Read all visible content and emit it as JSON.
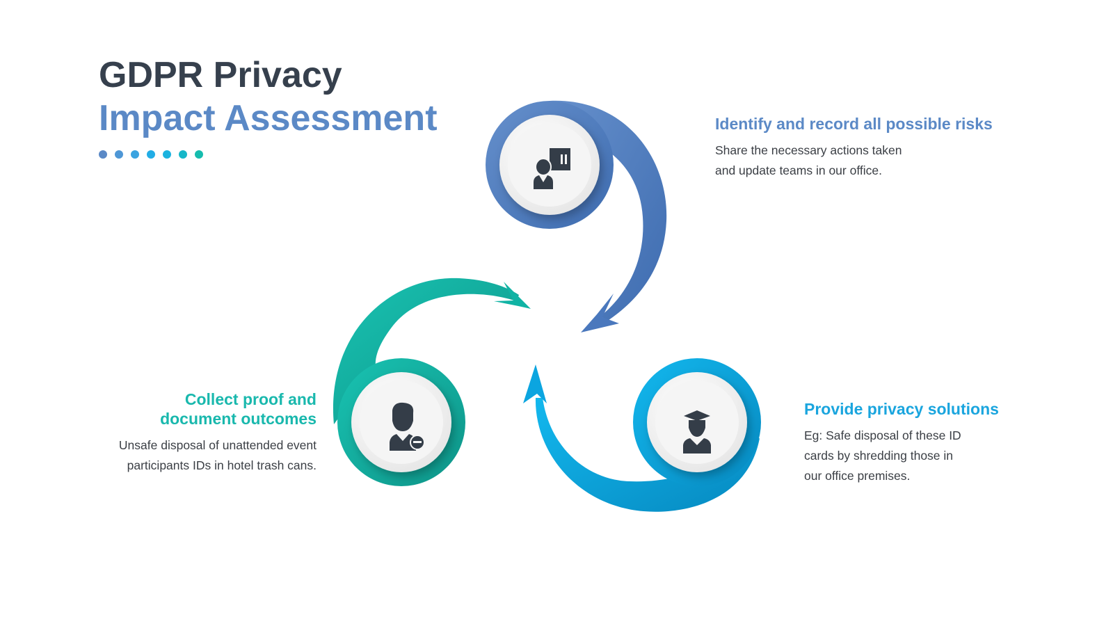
{
  "title": {
    "line1": "GDPR Privacy",
    "line2": "Impact Assessment"
  },
  "dot_colors": [
    "#5b89c6",
    "#4e97d6",
    "#3aa3e0",
    "#22ade6",
    "#1cb3df",
    "#17b7c8",
    "#16bcae"
  ],
  "steps": [
    {
      "heading": "Identify and record all possible risks",
      "lines": [
        "Share the necessary actions taken",
        "and update teams in our office."
      ],
      "color": "#4a78bd",
      "icon": "presenter-chart-icon"
    },
    {
      "heading_lines": [
        "Collect proof and",
        "document outcomes"
      ],
      "lines": [
        "Unsafe disposal of unattended event",
        "participants IDs in hotel trash cans."
      ],
      "color": "#10b3a4",
      "icon": "user-minus-icon"
    },
    {
      "heading": "Provide privacy solutions",
      "lines": [
        "Eg: Safe disposal of these ID",
        "cards by shredding those in",
        "our office premises."
      ],
      "color": "#0ba5e0",
      "icon": "graduate-icon"
    }
  ]
}
